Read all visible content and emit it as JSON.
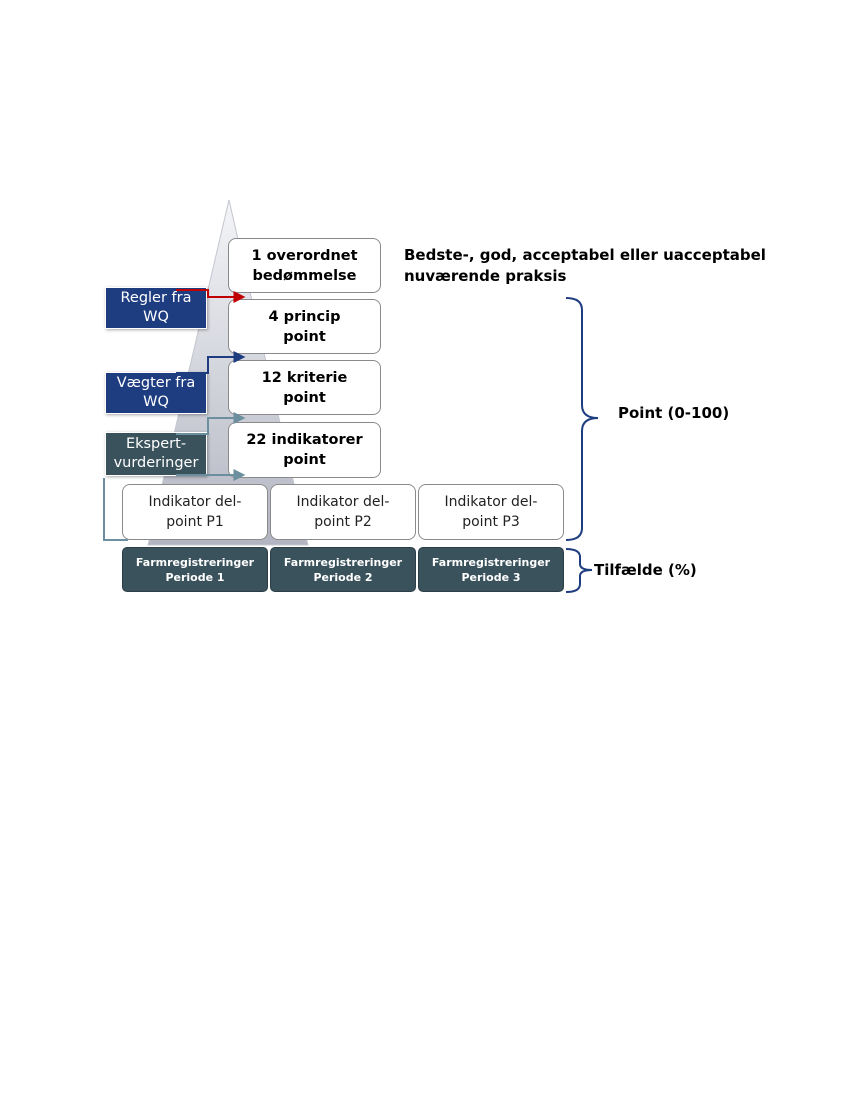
{
  "levels": {
    "overall": "1 overordnet\nbedømmelse",
    "principle": "4 princip\npoint",
    "criteria": "12 kriterie\npoint",
    "indicators": "22 indikatorer\npoint"
  },
  "sub_points": {
    "p1": "Indikator del-\npoint P1",
    "p2": "Indikator del-\npoint P2",
    "p3": "Indikator del-\npoint P3"
  },
  "farm_records": {
    "p1": "Farmregistreringer\nPeriode 1",
    "p2": "Farmregistreringer\nPeriode 2",
    "p3": "Farmregistreringer\nPeriode 3"
  },
  "side_tags": {
    "rules": "Regler fra\nWQ",
    "weights": "Vægter fra\nWQ",
    "expert": "Ekspert-\nvurderinger"
  },
  "annotations": {
    "assessment": "Bedste-, god, acceptabel eller uacceptabel\nnuværende praksis",
    "points": "Point (0-100)",
    "cases": "Tilfælde (%)"
  },
  "colors": {
    "rules_tag": "#1e3c80",
    "weights_tag": "#1e3c80",
    "expert_tag": "#3a525c",
    "rules_arrow": "#c00000",
    "weights_arrow": "#1e3c80",
    "expert_arrow": "#6b8f9e",
    "bracket": "#1e3c80"
  }
}
